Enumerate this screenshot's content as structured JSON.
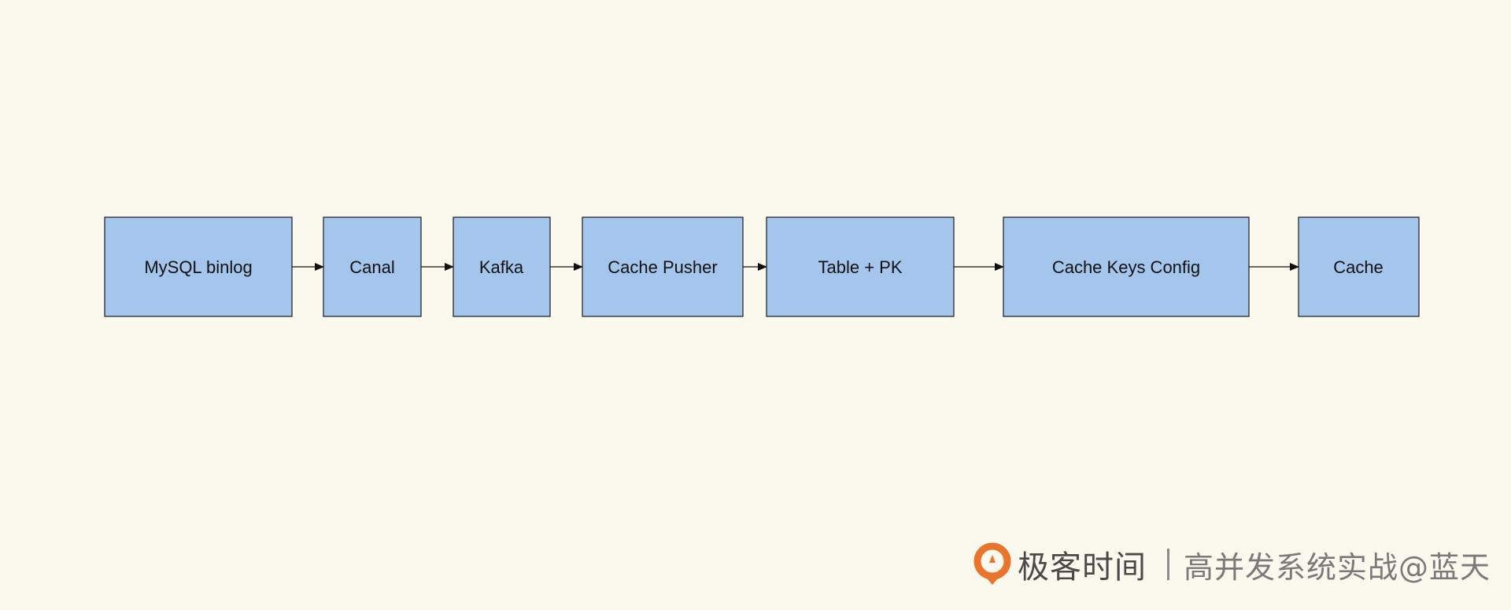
{
  "diagram": {
    "nodes": [
      {
        "id": "mysql-binlog",
        "label": "MySQL binlog"
      },
      {
        "id": "canal",
        "label": "Canal"
      },
      {
        "id": "kafka",
        "label": "Kafka"
      },
      {
        "id": "cache-pusher",
        "label": "Cache Pusher"
      },
      {
        "id": "table-pk",
        "label": "Table + PK"
      },
      {
        "id": "cache-keys-config",
        "label": "Cache Keys Config"
      },
      {
        "id": "cache",
        "label": "Cache"
      }
    ],
    "edges": [
      {
        "from": "mysql-binlog",
        "to": "canal"
      },
      {
        "from": "canal",
        "to": "kafka"
      },
      {
        "from": "kafka",
        "to": "cache-pusher"
      },
      {
        "from": "cache-pusher",
        "to": "table-pk"
      },
      {
        "from": "table-pk",
        "to": "cache-keys-config"
      },
      {
        "from": "cache-keys-config",
        "to": "cache"
      }
    ],
    "colors": {
      "background": "#fbf8ee",
      "node_fill": "#a4c6ec",
      "node_stroke": "#1a1a1a",
      "edge": "#111111"
    }
  },
  "footer": {
    "brand_name": "极客时间",
    "caption": "高并发系统实战@蓝天",
    "brand_icon": "geektime-logo-icon",
    "brand_color": "#e9752c"
  }
}
